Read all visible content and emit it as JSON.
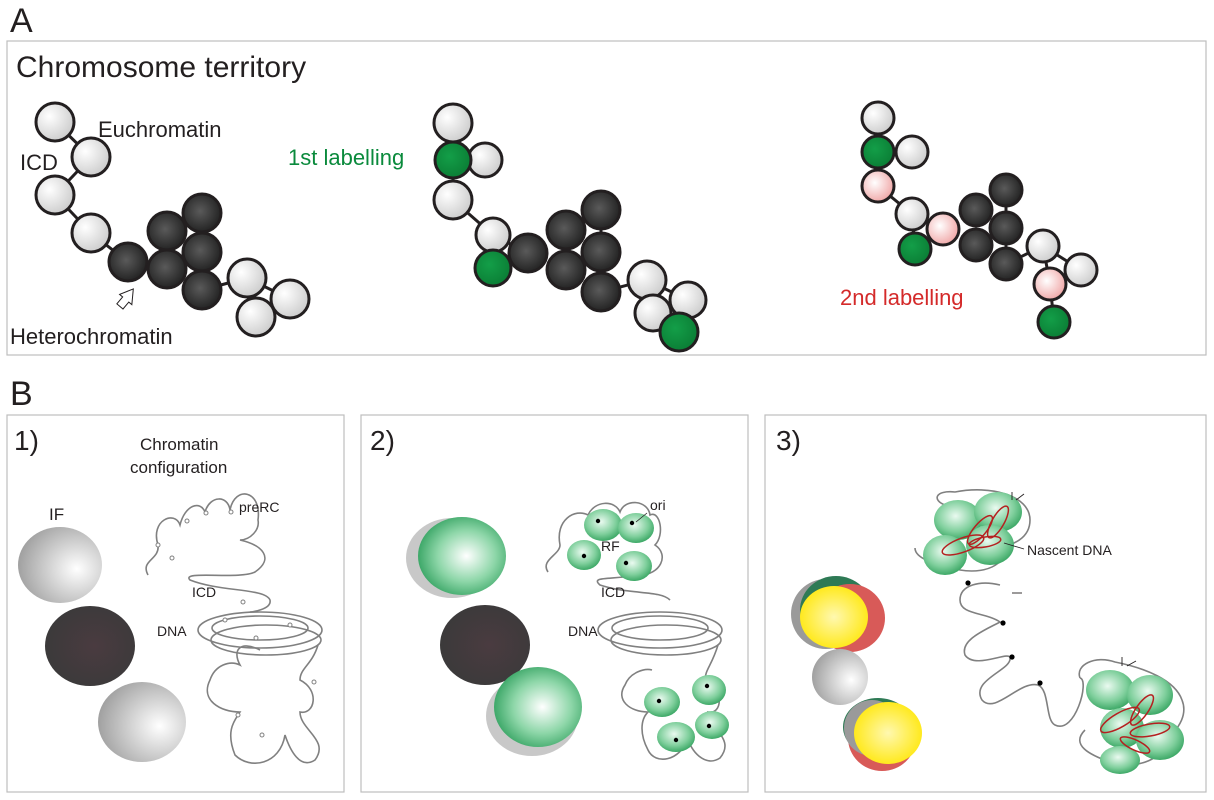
{
  "panel_a": {
    "letter": "A",
    "title": "Chromosome territory",
    "euchromatin": "Euchromatin",
    "icd": "ICD",
    "heterochromatin": "Heterochromatin",
    "first_labelling": "1st labelling",
    "second_labelling": "2nd labelling"
  },
  "panel_b": {
    "letter": "B",
    "step1": {
      "number": "1)",
      "chromatin_line1": "Chromatin",
      "chromatin_line2": "configuration",
      "if": "IF",
      "prerc": "preRC",
      "icd": "ICD",
      "dna": "DNA"
    },
    "step2": {
      "number": "2)",
      "ori": "ori",
      "rf": "RF",
      "icd": "ICD",
      "dna": "DNA"
    },
    "step3": {
      "number": "3)",
      "nascent_dna": "Nascent DNA"
    }
  },
  "colors": {
    "green_label": "#0a8a3c",
    "red_label": "#d42a2a",
    "euchromatin_ball": "#e4e4e4",
    "heterochromatin_ball": "#2a2a2a",
    "labelled_green": "#0e8a3e",
    "labelled_pink": "#f3b3b3",
    "yellow": "#ffef3a"
  }
}
